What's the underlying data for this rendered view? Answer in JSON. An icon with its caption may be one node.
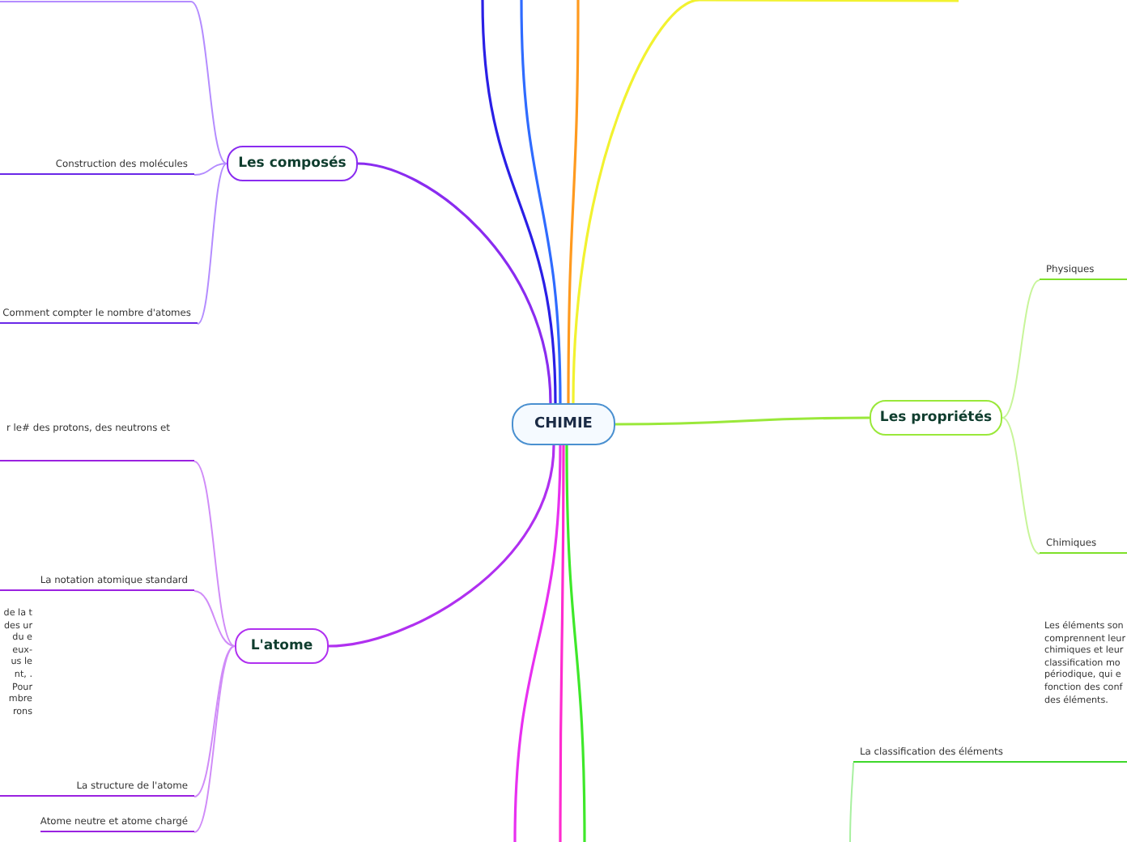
{
  "diagram": {
    "nodes": [
      {
        "text": [
          "CHIMIE"
        ]
      },
      {
        "text": [
          "Les composés"
        ]
      },
      {
        "text": [
          "Construction des molécules"
        ]
      },
      {
        "text": [
          "Comment compter le nombre d'atomes"
        ]
      },
      {
        "text": [
          "L'atome"
        ]
      },
      {
        "text": [
          "r le# des protons, des neutrons et"
        ]
      },
      {
        "text": [
          "La notation atomique standard"
        ]
      },
      {
        "text": [
          "La structure de l'atome"
        ]
      },
      {
        "text": [
          "Atome neutre et atome chargé"
        ]
      },
      {
        "text": [
          "Les propriétés"
        ]
      },
      {
        "text": [
          "Physiques"
        ]
      },
      {
        "text": [
          "Chimiques"
        ]
      },
      {
        "text": [
          "La classification des éléments"
        ],
        "beside": [
          "Les éléments son comprennent leur chimiques et leur classification mo périodique, qui e fonction des conf des éléments."
        ]
      }
    ],
    "edges": [
      {
        "from": 0,
        "to": 1,
        "arrow": "none",
        "color": "#8a2cf0"
      },
      {
        "from": 0,
        "to": 4,
        "arrow": "none",
        "color": "#b030f0"
      },
      {
        "from": 0,
        "to": 9,
        "arrow": "none",
        "color": "#9ae83a"
      },
      {
        "from": 0,
        "to": null,
        "arrow": "none",
        "color": "#2a1fe6"
      },
      {
        "from": 0,
        "to": null,
        "arrow": "none",
        "color": "#2f6bff"
      },
      {
        "from": 0,
        "to": null,
        "arrow": "none",
        "color": "#ff9a1f"
      },
      {
        "from": 0,
        "to": null,
        "arrow": "none",
        "color": "#f2f230"
      },
      {
        "from": 0,
        "to": null,
        "arrow": "none",
        "color": "#e830f0"
      },
      {
        "from": 0,
        "to": null,
        "arrow": "none",
        "color": "#ff2ccf"
      },
      {
        "from": 0,
        "to": null,
        "arrow": "none",
        "color": "#3ee82a"
      },
      {
        "from": 1,
        "to": null,
        "arrow": "none",
        "color": "#b48cff"
      },
      {
        "from": 1,
        "to": 2,
        "arrow": "none",
        "color": "#b48cff"
      },
      {
        "from": 1,
        "to": 3,
        "arrow": "none",
        "color": "#b48cff"
      },
      {
        "from": 4,
        "to": 5,
        "arrow": "none",
        "color": "#d08cf8"
      },
      {
        "from": 4,
        "to": 6,
        "arrow": "none",
        "color": "#d08cf8"
      },
      {
        "from": 4,
        "to": 7,
        "arrow": "none",
        "color": "#d08cf8"
      },
      {
        "from": 4,
        "to": 8,
        "arrow": "none",
        "color": "#d08cf8"
      },
      {
        "from": 9,
        "to": 10,
        "arrow": "none",
        "color": "#c8f59a"
      },
      {
        "from": 9,
        "to": 11,
        "arrow": "none",
        "color": "#c8f59a"
      },
      {
        "from": null,
        "to": 12,
        "arrow": "none",
        "color": "#a8f0a0"
      }
    ],
    "labels": [
      "de la t des ur du e eux- us le nt, . Pour mbre rons"
    ]
  }
}
